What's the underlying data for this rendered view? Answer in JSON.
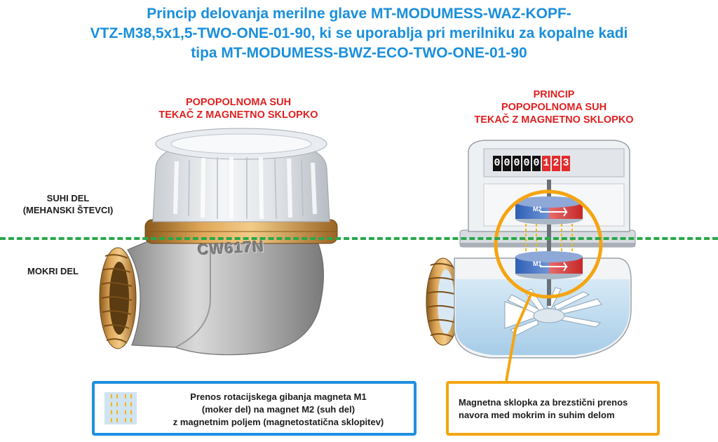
{
  "title": {
    "line1": "Princip delovanja merilne glave MT-MODUMESS-WAZ-KOPF-",
    "line2": "VTZ-M38,5x1,5-TWO-ONE-01-90, ki se uporablja pri merilniku za kopalne kadi",
    "line3": "tipa MT-MODUMESS-BWZ-ECO-TWO-ONE-01-90"
  },
  "left_label": {
    "line1": "POPOPOLNOMA SUH",
    "line2": "TEKAČ Z MAGNETNO SKLOPKO"
  },
  "right_label": {
    "line1": "PRINCIP",
    "line2": "POPOPOLNOMA SUH",
    "line3": "TEKAČ Z MAGNETNO SKLOPKO"
  },
  "dry_part": {
    "line1": "SUHI DEL",
    "line2": "(MEHANSKI ŠTEVCI)"
  },
  "wet_part": "MOKRI DEL",
  "body_marking": "CW617N",
  "counter_digits": [
    "0",
    "0",
    "0",
    "0",
    "0",
    "1",
    "2",
    "3"
  ],
  "counter_red_from_index": 5,
  "magnets": {
    "top": "M2",
    "bottom": "M1"
  },
  "legend_blue": {
    "line1": "Prenos rotacijskega gibanja magneta M1",
    "line2": "(moker del) na magnet M2 (suh del)",
    "line3": "z magnetnim poljem (magnetostatična sklopitev)"
  },
  "legend_orange": {
    "line1": "Magnetna sklopka za brezstični prenos",
    "line2": "navora med mokrim in suhim delom"
  },
  "colors": {
    "title": "#1a8fdc",
    "red_labels": "#e02020",
    "dashed_line": "#2aa84a",
    "blue_box": "#1e8fe0",
    "orange_box": "#f5a511",
    "magnet_blue": "#2f5fb5",
    "magnet_red": "#e03a3a"
  }
}
